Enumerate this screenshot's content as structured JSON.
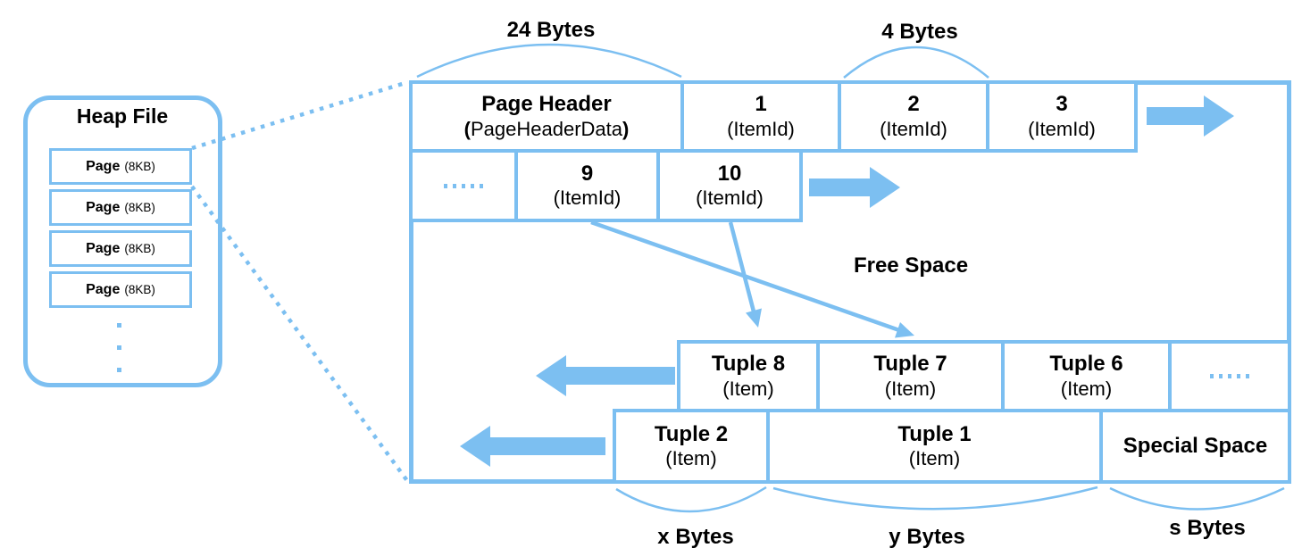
{
  "colors": {
    "accent": "#7CBFF1",
    "text": "#000000",
    "background": "#FFFFFF"
  },
  "heap_file": {
    "title": "Heap File",
    "pages": [
      {
        "name": "Page",
        "size": "(8KB)"
      },
      {
        "name": "Page",
        "size": "(8KB)"
      },
      {
        "name": "Page",
        "size": "(8KB)"
      },
      {
        "name": "Page",
        "size": "(8KB)"
      }
    ]
  },
  "page_diagram": {
    "header_cell": {
      "title": "Page Header",
      "paren_open": "(",
      "sub": "PageHeaderData",
      "paren_close": ")"
    },
    "item_ids_top": [
      {
        "title": "1",
        "sub": "(ItemId)"
      },
      {
        "title": "2",
        "sub": "(ItemId)"
      },
      {
        "title": "3",
        "sub": "(ItemId)"
      }
    ],
    "item_ids_second": [
      {
        "title": "9",
        "sub": "(ItemId)"
      },
      {
        "title": "10",
        "sub": "(ItemId)"
      }
    ],
    "free_space": "Free Space",
    "tuples_upper": [
      {
        "title": "Tuple 8",
        "sub": "(Item)"
      },
      {
        "title": "Tuple 7",
        "sub": "(Item)"
      },
      {
        "title": "Tuple 6",
        "sub": "(Item)"
      }
    ],
    "tuples_lower": [
      {
        "title": "Tuple 2",
        "sub": "(Item)"
      },
      {
        "title": "Tuple 1",
        "sub": "(Item)"
      }
    ],
    "special_space": "Special Space"
  },
  "size_annotations": {
    "page_header": "24 Bytes",
    "item_id": "4 Bytes",
    "tuple2": "x Bytes",
    "tuple1": "y Bytes",
    "special": "s Bytes"
  },
  "icons": {
    "ellipsis_horizontal": "five-dot-ellipsis",
    "ellipsis_vertical": "three-dot-vertical-ellipsis"
  }
}
